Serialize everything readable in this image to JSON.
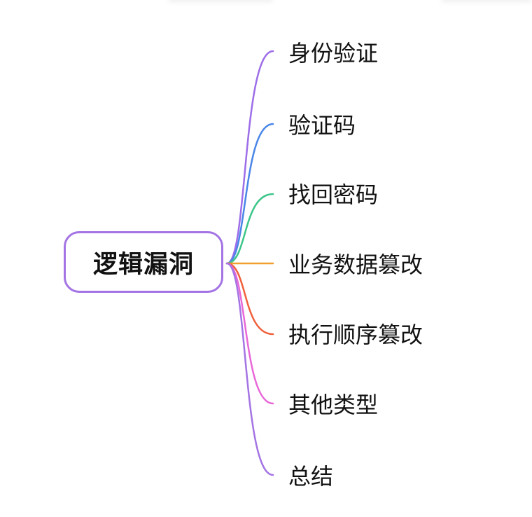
{
  "root": {
    "label": "逻辑漏洞",
    "border_color": "#a474e4"
  },
  "branches": [
    {
      "label": "身份验证",
      "color": "#9d6ee8"
    },
    {
      "label": "验证码",
      "color": "#4a86e8"
    },
    {
      "label": "找回密码",
      "color": "#3cc58a"
    },
    {
      "label": "业务数据篡改",
      "color": "#f0a030"
    },
    {
      "label": "执行顺序篡改",
      "color": "#f0603c"
    },
    {
      "label": "其他类型",
      "color": "#e868d8"
    },
    {
      "label": "总结",
      "color": "#a474e4"
    }
  ]
}
